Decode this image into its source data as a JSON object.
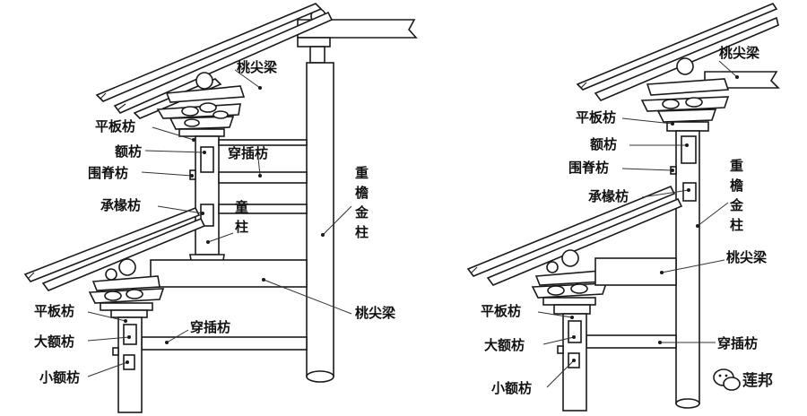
{
  "left_diagram": {
    "labels": {
      "tiaojianliang_top": "桃尖梁",
      "pingbanfang_upper": "平板枋",
      "efang": "额枋",
      "chuanchafang_upper": "穿插枋",
      "weijifang": "围脊枋",
      "chengchuanfang": "承椽枋",
      "tongzhu_1": "童",
      "tongzhu_2": "柱",
      "chongyan_1": "重",
      "chongyan_2": "檐",
      "chongyan_3": "金",
      "chongyan_4": "柱",
      "tiaojianliang_bottom": "桃尖梁",
      "pingbanfang_lower": "平板枋",
      "chuanchafang_lower": "穿插枋",
      "daefang": "大额枋",
      "xiaoefang": "小额枋"
    }
  },
  "right_diagram": {
    "labels": {
      "tiaojianliang_top": "桃尖梁",
      "pingbanfang_upper": "平板枋",
      "efang": "额枋",
      "weijifang": "围脊枋",
      "chengchuanfang": "承椽枋",
      "chongyan_1": "重",
      "chongyan_2": "檐",
      "chongyan_3": "金",
      "chongyan_4": "柱",
      "tiaojianliang_mid": "桃尖梁",
      "pingbanfang_lower": "平板枋",
      "daefang": "大额枋",
      "chuanchafang": "穿插枋",
      "xiaoefang": "小额枋"
    }
  },
  "watermark": {
    "text": "莲邦"
  }
}
